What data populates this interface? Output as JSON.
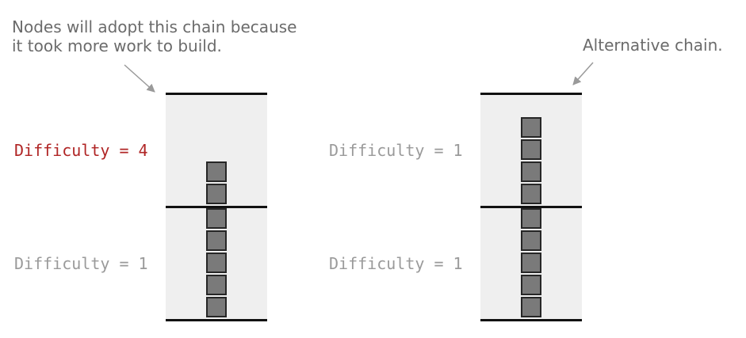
{
  "annotations": {
    "left_caption_line1": "Nodes will adopt this chain because",
    "left_caption_line2": "it took more work to build.",
    "right_caption": "Alternative chain."
  },
  "chains": [
    {
      "name": "adopted-chain",
      "segments": [
        {
          "label": "Difficulty = 4",
          "blocks": 2,
          "label_color": "#b02525"
        },
        {
          "label": "Difficulty = 1",
          "blocks": 5,
          "label_color": "#9a9a9a"
        }
      ]
    },
    {
      "name": "alternative-chain",
      "segments": [
        {
          "label": "Difficulty = 1",
          "blocks": 4,
          "label_color": "#9a9a9a"
        },
        {
          "label": "Difficulty = 1",
          "blocks": 5,
          "label_color": "#9a9a9a"
        }
      ]
    }
  ],
  "colors": {
    "caption": "#6b6b6b",
    "arrow": "#9a9a9a",
    "column_fill": "#efefef",
    "block_fill": "#7a7a7a",
    "block_border": "#262626"
  }
}
